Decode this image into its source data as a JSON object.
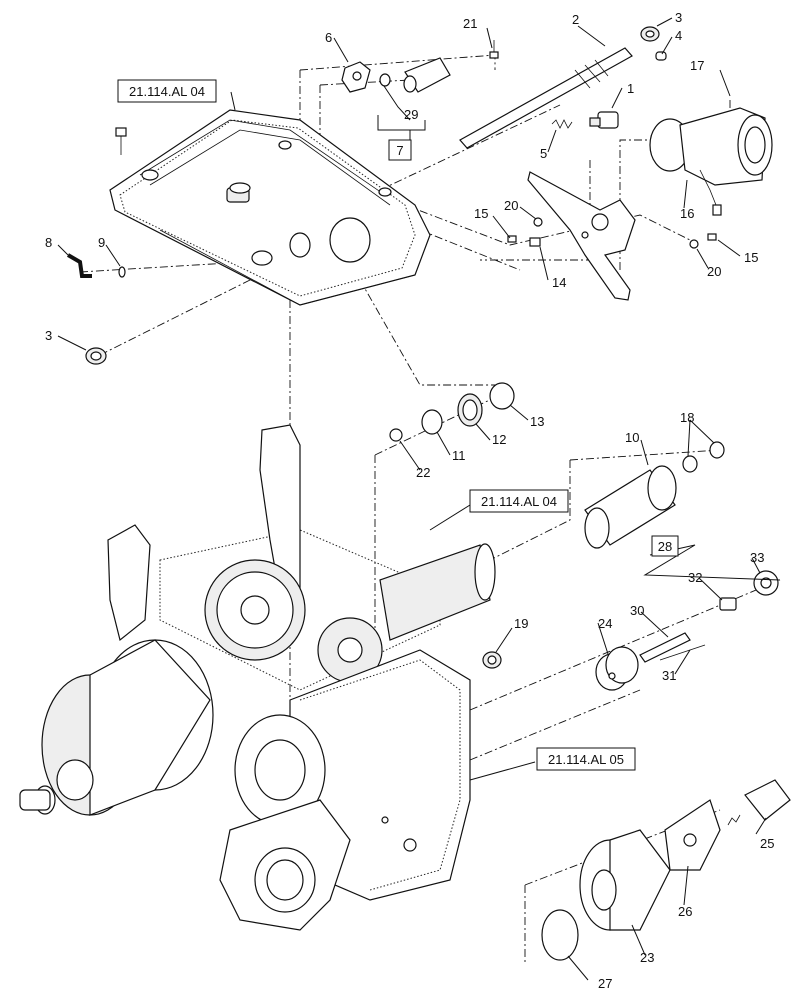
{
  "references": [
    {
      "id": "ref-top",
      "text": "21.114.AL 04"
    },
    {
      "id": "ref-mid",
      "text": "21.114.AL 04"
    },
    {
      "id": "ref-low",
      "text": "21.114.AL 05"
    }
  ],
  "boxed_callouts": [
    {
      "id": "box-7",
      "text": "7"
    },
    {
      "id": "box-28",
      "text": "28"
    }
  ],
  "callouts": {
    "n1": "1",
    "n2": "2",
    "n3a": "3",
    "n3b": "3",
    "n4": "4",
    "n5": "5",
    "n6": "6",
    "n8": "8",
    "n9": "9",
    "n10": "10",
    "n11": "11",
    "n12": "12",
    "n13": "13",
    "n14": "14",
    "n15a": "15",
    "n15b": "15",
    "n16": "16",
    "n17": "17",
    "n18": "18",
    "n19": "19",
    "n20a": "20",
    "n20b": "20",
    "n21": "21",
    "n22": "22",
    "n23": "23",
    "n24": "24",
    "n25": "25",
    "n26": "26",
    "n27": "27",
    "n29": "29",
    "n30": "30",
    "n31": "31",
    "n32": "32",
    "n33": "33"
  }
}
